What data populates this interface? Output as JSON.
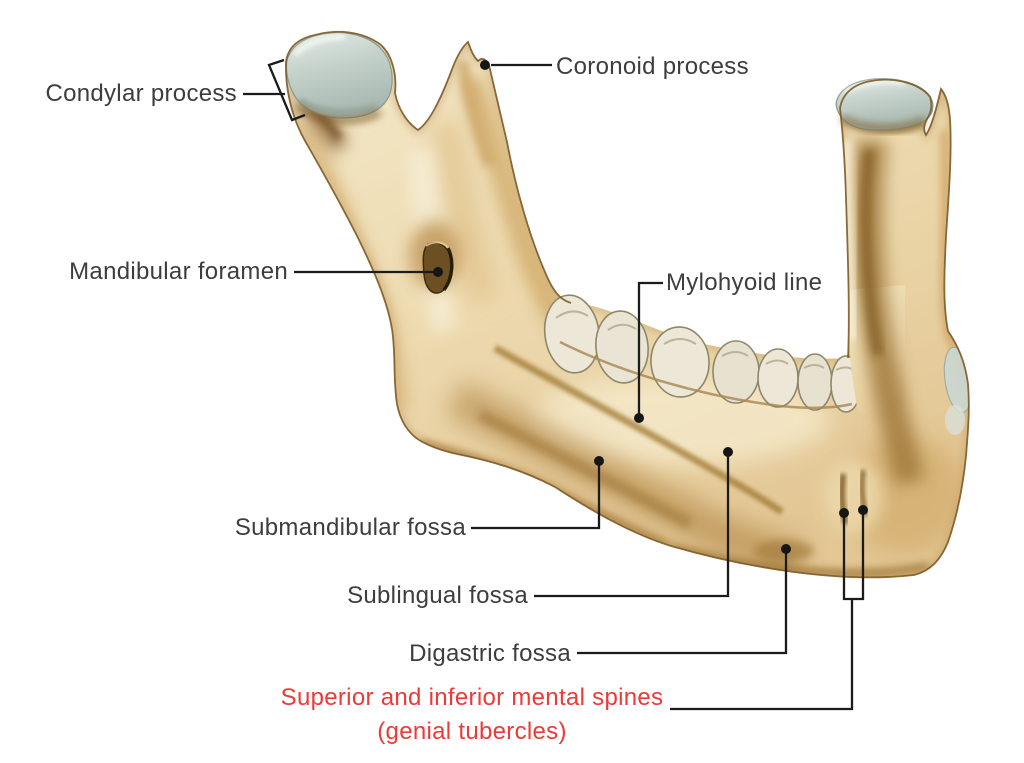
{
  "diagram": {
    "labels": {
      "condylar_process": "Condylar process",
      "coronoid_process": "Coronoid process",
      "mandibular_foramen": "Mandibular foramen",
      "mylohyoid_line": "Mylohyoid line",
      "submandibular_fossa": "Submandibular fossa",
      "sublingual_fossa": "Sublingual fossa",
      "digastric_fossa": "Digastric fossa",
      "mental_spines_line1": "Superior and inferior mental spines",
      "mental_spines_line2": "(genial tubercles)"
    },
    "colors": {
      "background": "#ffffff",
      "label_text": "#3d3d3d",
      "highlight_label_text": "#ee3a37",
      "leader_line": "#1b1b1b",
      "bone_light": "#f4e9cb",
      "bone_mid": "#eedcb2",
      "bone_tan": "#c49a58",
      "bone_shadow": "#8f673a",
      "bone_outline": "#7d5b28",
      "condyle_cartilage": "#c2d0c9",
      "teeth": "#ebe6d6"
    }
  }
}
